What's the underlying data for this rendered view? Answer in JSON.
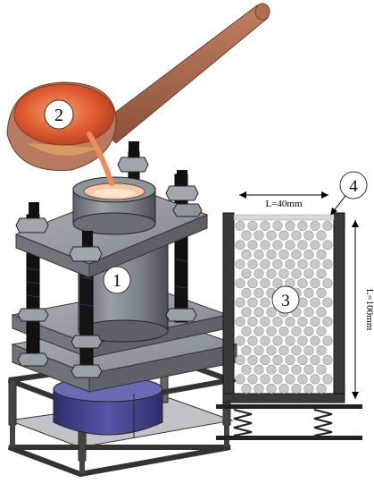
{
  "callouts": {
    "ladle": "2",
    "mold": "1",
    "cavity": "3",
    "top_layer": "4"
  },
  "dimensions": {
    "width": "L=40mm",
    "height": "L=100mm"
  },
  "colors": {
    "frame": "#5a5a5a",
    "plate": "#8e939a",
    "rod": "#1a1a1a",
    "molten": "#e8673a",
    "ladle_handle": "#a8674a",
    "motor": "#3f3f8f",
    "wall": "#3a3a3a",
    "bead": "#c8c8c8",
    "spring": "#222222"
  },
  "cavity_grid": {
    "cols": 8,
    "rows": 18
  }
}
